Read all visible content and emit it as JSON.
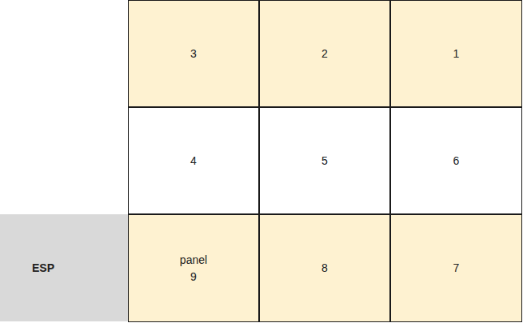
{
  "diagram": {
    "nodes": [
      {
        "text": [
          "3"
        ]
      },
      {
        "text": [
          "2"
        ]
      },
      {
        "text": [
          "1"
        ]
      },
      {
        "text": [
          "4"
        ]
      },
      {
        "text": [
          "5"
        ]
      },
      {
        "text": [
          "6"
        ]
      },
      {
        "text": [
          "ESP"
        ]
      },
      {
        "text": [
          "panel 9"
        ]
      },
      {
        "text": [
          "8"
        ]
      },
      {
        "text": [
          "7"
        ]
      }
    ]
  }
}
